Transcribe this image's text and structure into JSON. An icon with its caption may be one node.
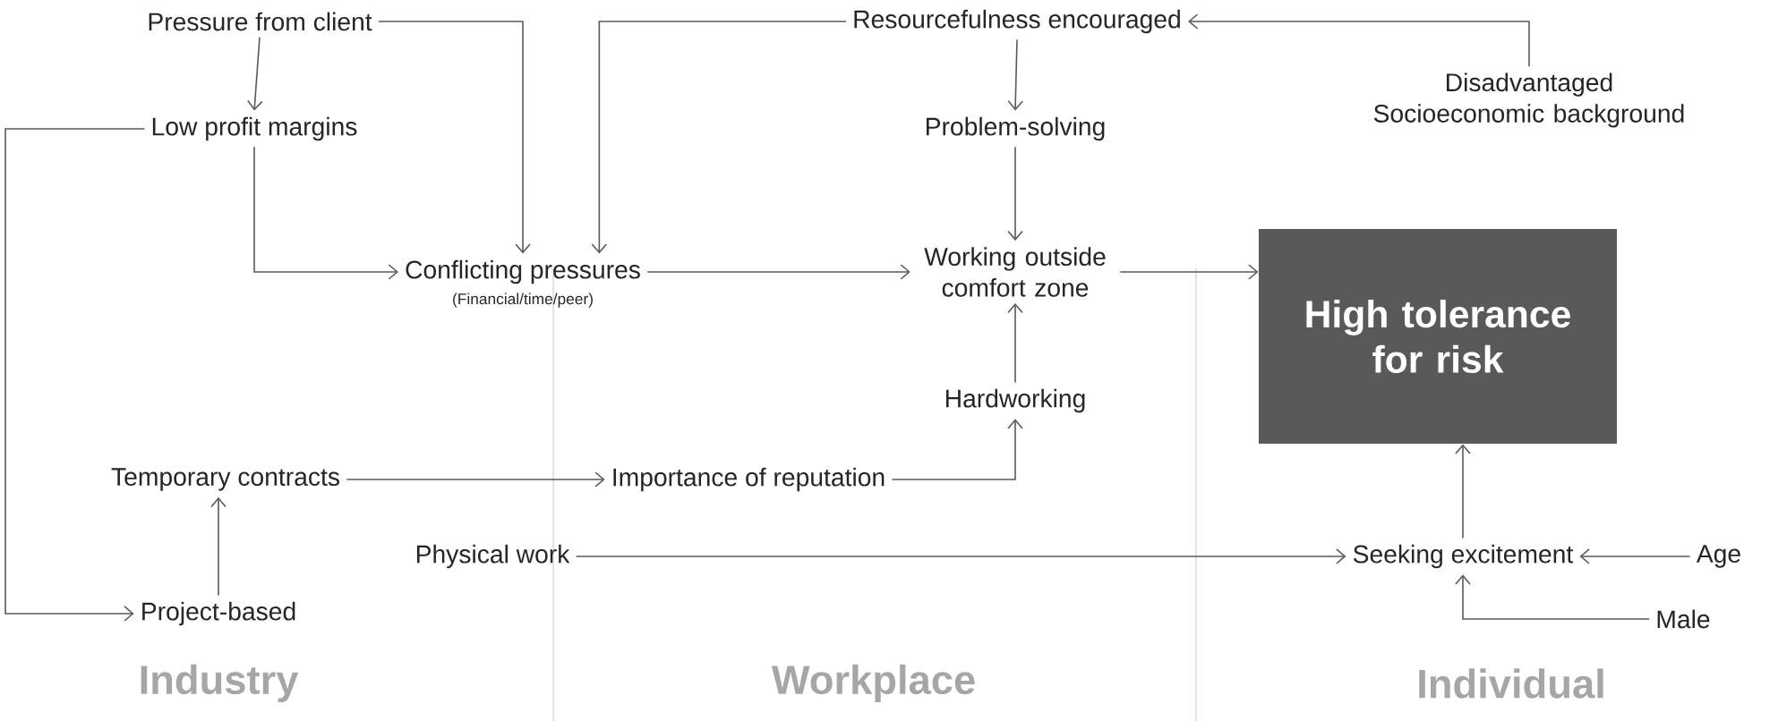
{
  "diagram": {
    "nodes": [
      {
        "text": [
          "Pressure from client"
        ]
      },
      {
        "text": [
          "Resourcefulness encouraged"
        ]
      },
      {
        "text": [
          "Disadvantaged Socioeconomic background"
        ]
      },
      {
        "text": [
          "Low profit margins"
        ]
      },
      {
        "text": [
          "Problem-solving"
        ]
      },
      {
        "text": [
          "Conflicting pressures",
          "(Financial/time/peer)"
        ]
      },
      {
        "text": [
          "Working outside comfort zone"
        ]
      },
      {
        "text": [
          "High tolerance for risk"
        ]
      },
      {
        "text": [
          "Hardworking"
        ]
      },
      {
        "text": [
          "Temporary contracts"
        ]
      },
      {
        "text": [
          "Importance of reputation"
        ]
      },
      {
        "text": [
          "Physical work"
        ]
      },
      {
        "text": [
          "Seeking excitement"
        ]
      },
      {
        "text": [
          "Age"
        ]
      },
      {
        "text": [
          "Project-based"
        ]
      },
      {
        "text": [
          "Male"
        ]
      }
    ],
    "edges": [
      {
        "from": 0,
        "to": 3,
        "arrow": "to"
      },
      {
        "from": 0,
        "to": 5,
        "arrow": "to"
      },
      {
        "from": 1,
        "to": 5,
        "arrow": "to"
      },
      {
        "from": 2,
        "to": 1,
        "arrow": "to"
      },
      {
        "from": 1,
        "to": 4,
        "arrow": "to"
      },
      {
        "from": 3,
        "to": 5,
        "arrow": "to"
      },
      {
        "from": 3,
        "to": 14,
        "arrow": "to"
      },
      {
        "from": 5,
        "to": 6,
        "arrow": "to"
      },
      {
        "from": 4,
        "to": 6,
        "arrow": "to"
      },
      {
        "from": 6,
        "to": 7,
        "arrow": "to"
      },
      {
        "from": 8,
        "to": 6,
        "arrow": "to"
      },
      {
        "from": 9,
        "to": 10,
        "arrow": "to"
      },
      {
        "from": 10,
        "to": 8,
        "arrow": "to"
      },
      {
        "from": 14,
        "to": 9,
        "arrow": "to"
      },
      {
        "from": 11,
        "to": 12,
        "arrow": "to"
      },
      {
        "from": 13,
        "to": 12,
        "arrow": "to"
      },
      {
        "from": 15,
        "to": 12,
        "arrow": "to"
      },
      {
        "from": 12,
        "to": 7,
        "arrow": "to"
      }
    ],
    "labels": [
      "Industry",
      "Workplace",
      "Individual"
    ]
  }
}
